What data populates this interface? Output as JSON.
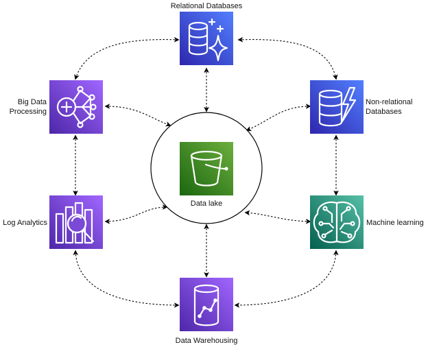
{
  "nodes": {
    "center": {
      "label": "Data lake",
      "icon": "bucket-icon"
    },
    "relational": {
      "label": "Relational Databases",
      "icon": "database-sparkle-icon"
    },
    "nonrelational": {
      "label_line1": "Non-relational",
      "label_line2": "Databases",
      "icon": "database-lightning-icon"
    },
    "bigdata": {
      "label_line1": "Big Data",
      "label_line2": "Processing",
      "icon": "network-plus-icon"
    },
    "logs": {
      "label": "Log Analytics",
      "icon": "magnifier-chart-icon"
    },
    "ml": {
      "label": "Machine learning",
      "icon": "brain-circuit-icon"
    },
    "warehouse": {
      "label": "Data Warehousing",
      "icon": "cylinder-chart-icon"
    }
  },
  "colors": {
    "database_gradient": [
      "#2e27ad",
      "#527fff"
    ],
    "analytics_gradient": [
      "#4d27a8",
      "#a166ff"
    ],
    "storage_gradient": [
      "#1b660f",
      "#6cae3e"
    ],
    "ml_gradient": [
      "#055f4e",
      "#56c0a7"
    ]
  }
}
